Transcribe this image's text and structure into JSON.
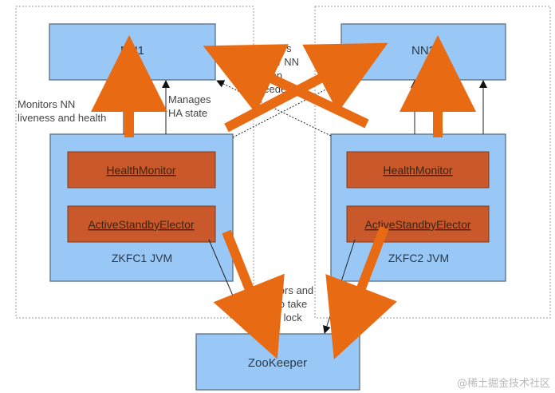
{
  "nodes": {
    "nn1": "NN1",
    "nn2": "NN2",
    "zkfc1_health": "HealthMonitor",
    "zkfc1_elector": "ActiveStandbyElector",
    "zkfc1_label": "ZKFC1 JVM",
    "zkfc2_health": "HealthMonitor",
    "zkfc2_elector": "ActiveStandbyElector",
    "zkfc2_label": "ZKFC2 JVM",
    "zookeeper": "ZooKeeper"
  },
  "labels": {
    "monitors_nn": [
      "Monitors NN",
      "liveness and health"
    ],
    "manages_ha": [
      "Manages",
      "HA state"
    ],
    "fences": [
      "Fences",
      "other NN",
      "when",
      "needed"
    ],
    "monitors_lock": [
      "Monitors and",
      "tries to take",
      "active lock"
    ]
  },
  "watermark": "@稀土掘金技术社区",
  "colors": {
    "box": "#99c8f6",
    "component": "#c9582a",
    "overlay_arrow": "#e86a12"
  }
}
